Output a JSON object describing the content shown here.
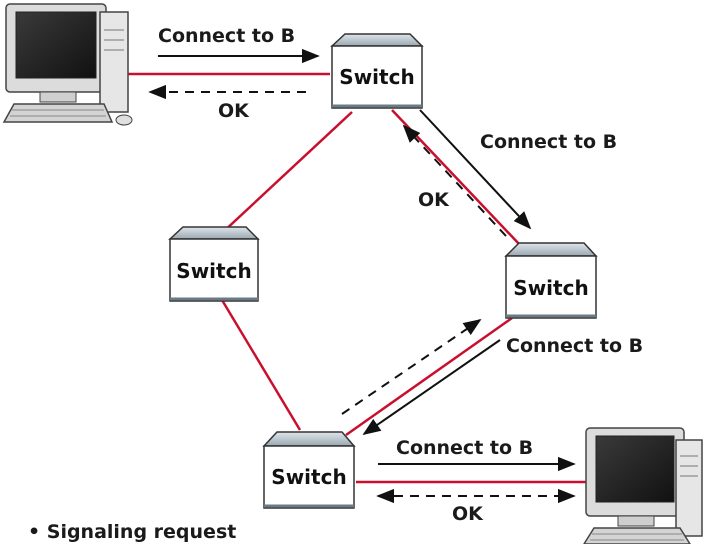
{
  "caption": "• Signaling request",
  "switch_label": "Switch",
  "messages": {
    "top_connect": "Connect to B",
    "top_ok": "OK",
    "right_connect": "Connect to B",
    "right_ok": "OK",
    "lower_connect": "Connect to B",
    "bottom_connect": "Connect to B",
    "bottom_ok": "OK"
  },
  "colors": {
    "link": "#c8102e",
    "arrow": "#111111",
    "switch_top": "#b8c4cc",
    "switch_face": "#ffffff"
  },
  "icons": {
    "computer_a": "desktop-computer-icon",
    "computer_b": "desktop-computer-icon"
  }
}
